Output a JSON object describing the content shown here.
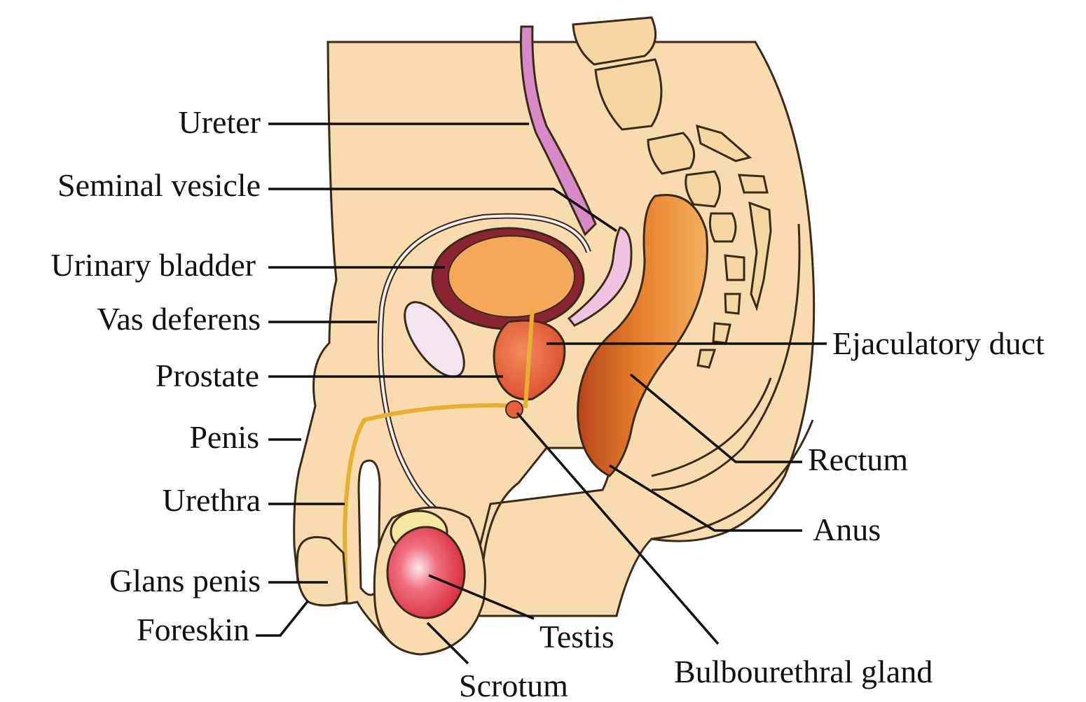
{
  "labels": {
    "ureter": "Ureter",
    "seminal_vesicle": "Seminal vesicle",
    "urinary_bladder": "Urinary bladder",
    "vas_deferens": "Vas deferens",
    "prostate": "Prostate",
    "penis": "Penis",
    "urethra": "Urethra",
    "glans_penis": "Glans penis",
    "foreskin": "Foreskin",
    "scrotum": "Scrotum",
    "testis": "Testis",
    "bulbourethral_gland": "Bulbourethral gland",
    "anus": "Anus",
    "rectum": "Rectum",
    "ejaculatory_duct": "Ejaculatory duct"
  },
  "colors": {
    "skin": "#f8dcb0",
    "skin_outline": "#3a2a1a",
    "bone": "#f6d6a2",
    "ureter": "#d88ac8",
    "bladder_wall": "#8a2433",
    "bladder_inner": "#f4a85a",
    "seminal_vesicle": "#f2c3e0",
    "prostate": "#e8603a",
    "rectum_outer": "#c95a1e",
    "rectum_inner": "#f0a060",
    "testis": "#e8464e",
    "epididymis": "#f4e8a0",
    "urethra": "#e8b030"
  }
}
